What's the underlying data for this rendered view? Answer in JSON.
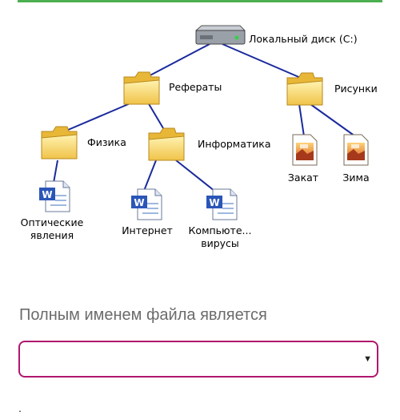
{
  "tree": {
    "root": "Локальный диск (C:)",
    "folders": {
      "referaty": "Рефераты",
      "risunki": "Рисунки",
      "fizika": "Физика",
      "informatika": "Информатика"
    },
    "files": {
      "opticheskie_line1": "Оптические",
      "opticheskie_line2": "явления",
      "internet": "Интернет",
      "kompyuter_line1": "Компьюте...",
      "kompyuter_line2": "вирусы",
      "zakat": "Закат",
      "zima": "Зима"
    }
  },
  "question": {
    "text": "Полным именем файла является",
    "select_value": "",
    "select_arrow": "▼"
  },
  "footer_mark": ".",
  "colors": {
    "accent": "#4caf50",
    "select_border": "#b0176d",
    "tree_lines": "#1a2a9c"
  }
}
